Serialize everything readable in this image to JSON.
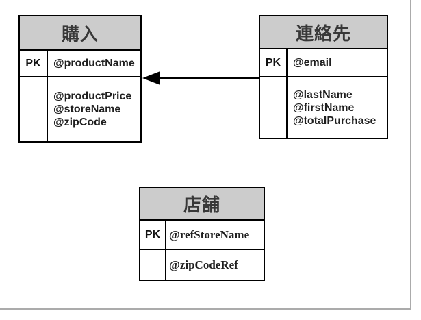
{
  "diagram": {
    "tables": [
      {
        "title": "購入",
        "pk": {
          "key": "PK",
          "attribute": "@productName"
        },
        "attributes": [
          "@productPrice",
          "@storeName",
          "@zipCode"
        ]
      },
      {
        "title": "連絡先",
        "pk": {
          "key": "PK",
          "attribute": "@email"
        },
        "attributes": [
          "@lastName",
          "@firstName",
          "@totalPurchase"
        ]
      },
      {
        "title": "店舗",
        "pk": {
          "key": "PK",
          "attribute": "@refStoreName"
        },
        "attributes": [
          "@zipCodeRef"
        ]
      }
    ],
    "relationship": {
      "from": "連絡先",
      "to": "購入",
      "style": "solid-line-filled-arrowhead-pointing-left"
    },
    "colors": {
      "header_bg": "#cccccc",
      "border": "#000000",
      "title_text": "#383838",
      "cell_text": "#1f1f1f",
      "page_edge": "#ababab"
    }
  }
}
